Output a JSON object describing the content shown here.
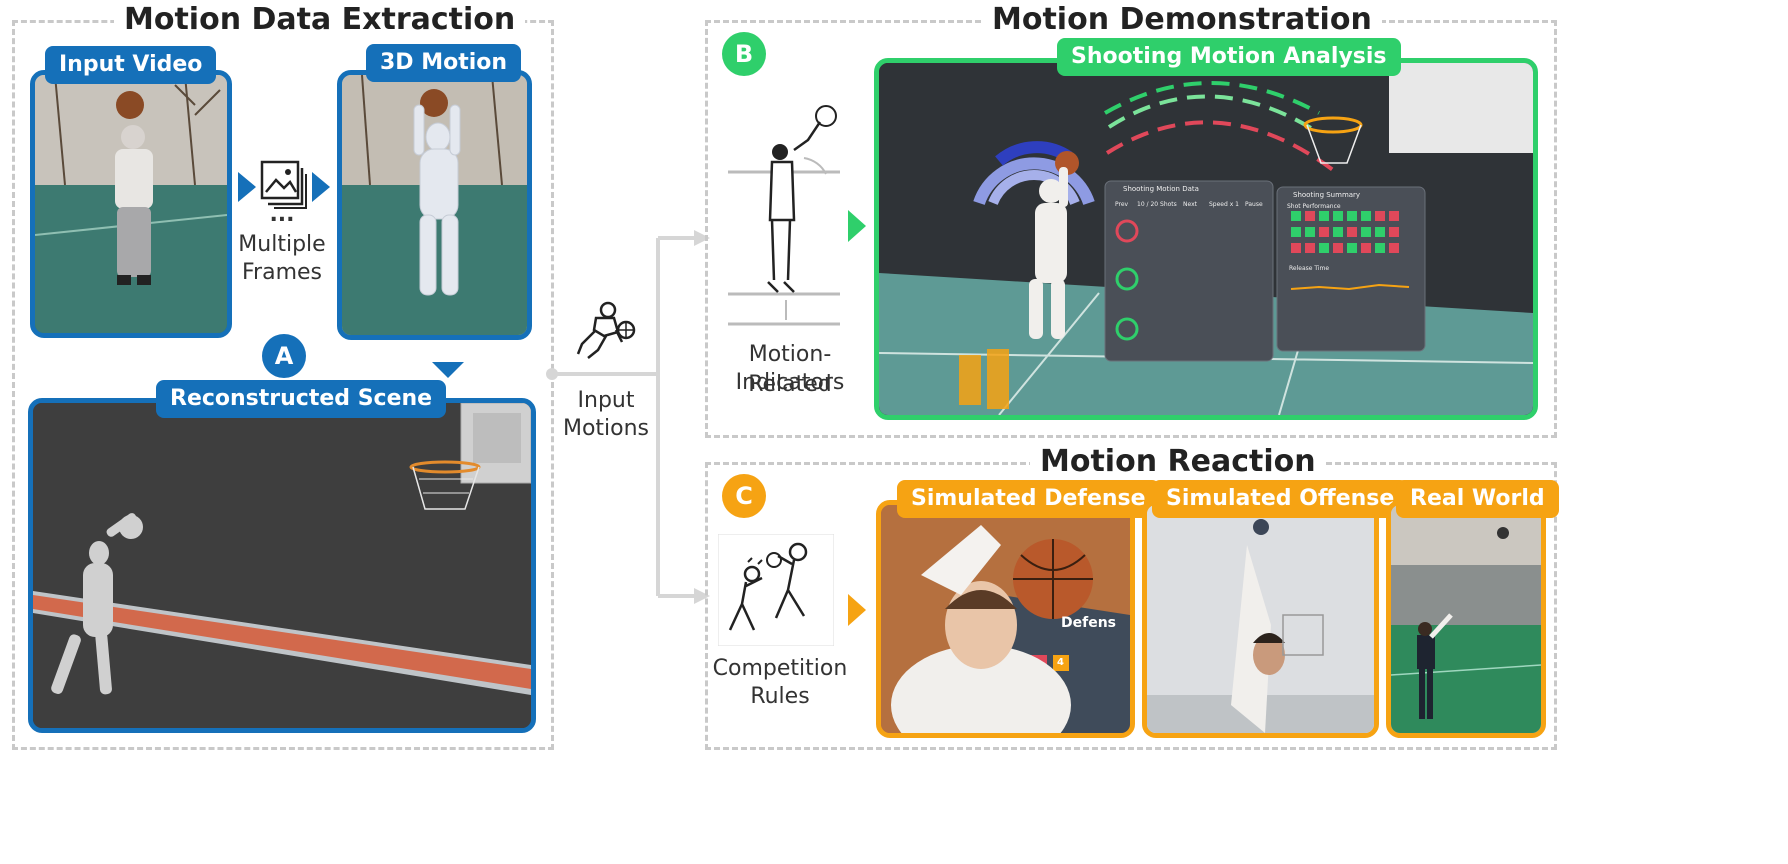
{
  "sections": {
    "extraction": {
      "title": "Motion Data Extraction"
    },
    "demonstration": {
      "title": "Motion Demonstration"
    },
    "reaction": {
      "title": "Motion Reaction"
    }
  },
  "labels": {
    "input_video": "Input Video",
    "motion_3d": "3D Motion",
    "multiple_frames_dots": "...",
    "multiple_frames_1": "Multiple",
    "multiple_frames_2": "Frames",
    "reconstructed_scene": "Reconstructed Scene",
    "input_motions_1": "Input",
    "input_motions_2": "Motions",
    "shooting_motion_analysis": "Shooting Motion Analysis",
    "motion_related_1": "Motion-Related",
    "motion_related_2": "Indicators",
    "competition_1": "Competition",
    "competition_2": "Rules",
    "simulated_defense": "Simulated Defense",
    "simulated_offense": "Simulated Offense",
    "real_world": "Real World"
  },
  "badges": {
    "a": "A",
    "b": "B",
    "c": "C"
  },
  "ui_panel": {
    "data_title": "Shooting Motion Data",
    "summary_title": "Shooting Summary",
    "prev": "Prev",
    "shots_select": "10 / 20 Shots",
    "next": "Next",
    "speed": "Speed x 1",
    "pause": "Pause",
    "shot_performance": "Shot Performance",
    "release_time_select": "Release Time",
    "defense_text": "Defens",
    "score_4": "4"
  },
  "colors": {
    "blue": "#1570b9",
    "green": "#2fcf6b",
    "orange": "#f6a313",
    "court": "#5e9a95",
    "dark_bg": "#3d3d3d"
  },
  "icons": [
    "images-icon",
    "basketball-player-icon",
    "shooting-player-icon",
    "competition-players-icon",
    "arrow-right-icon",
    "arrow-down-icon"
  ]
}
